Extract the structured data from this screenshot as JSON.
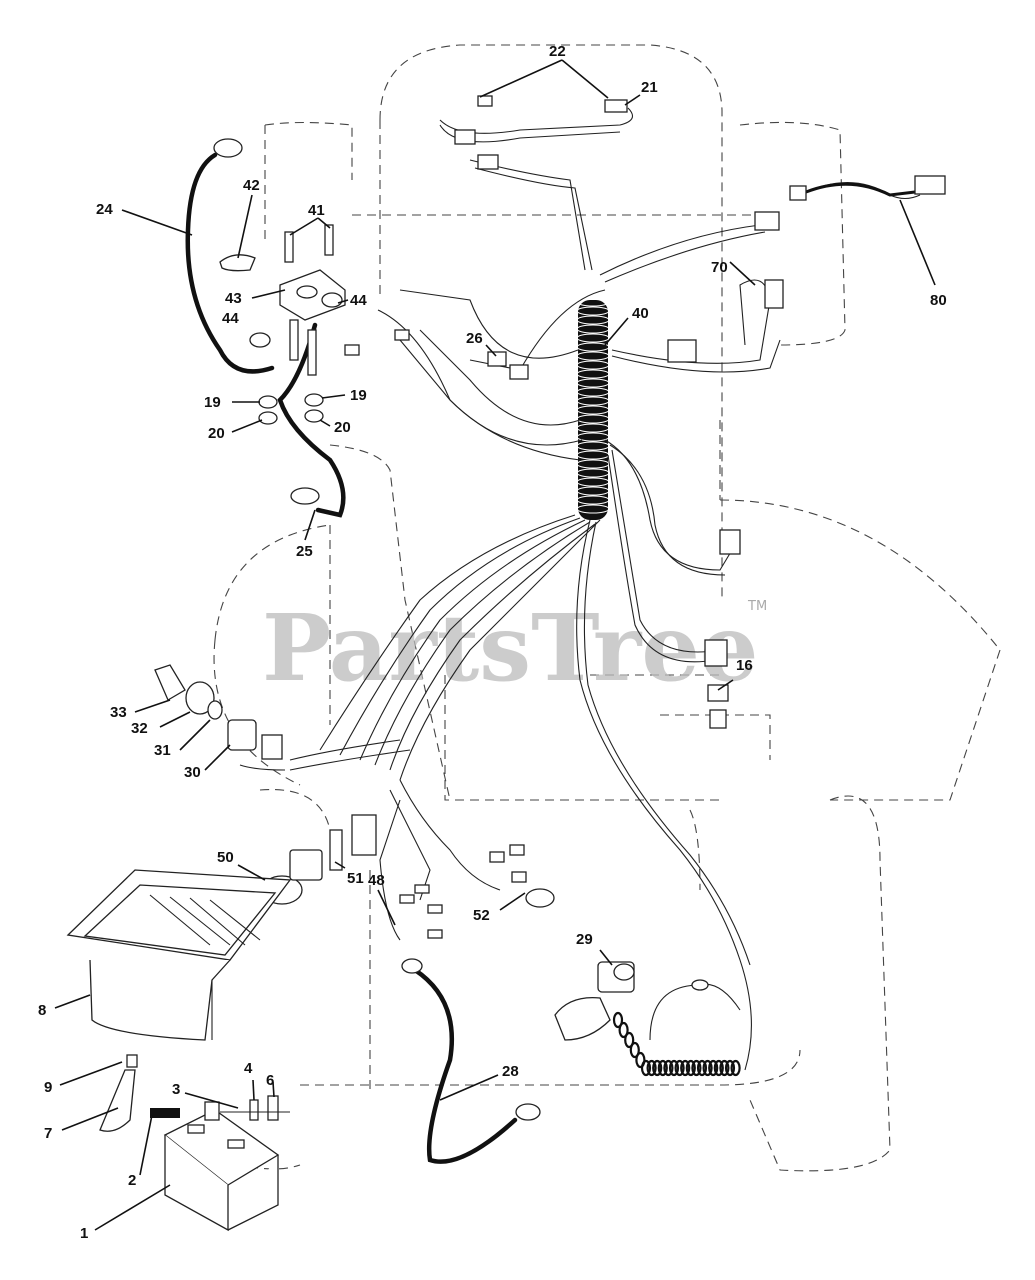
{
  "watermark": {
    "text": "PartsTree",
    "trademark": "TM"
  },
  "callouts": [
    {
      "num": "22"
    },
    {
      "num": "21"
    },
    {
      "num": "24"
    },
    {
      "num": "42"
    },
    {
      "num": "41"
    },
    {
      "num": "43"
    },
    {
      "num": "44"
    },
    {
      "num": "44"
    },
    {
      "num": "40"
    },
    {
      "num": "26"
    },
    {
      "num": "70"
    },
    {
      "num": "80"
    },
    {
      "num": "19"
    },
    {
      "num": "19"
    },
    {
      "num": "20"
    },
    {
      "num": "20"
    },
    {
      "num": "25"
    },
    {
      "num": "16"
    },
    {
      "num": "33"
    },
    {
      "num": "32"
    },
    {
      "num": "31"
    },
    {
      "num": "30"
    },
    {
      "num": "50"
    },
    {
      "num": "51"
    },
    {
      "num": "48"
    },
    {
      "num": "52"
    },
    {
      "num": "29"
    },
    {
      "num": "8"
    },
    {
      "num": "9"
    },
    {
      "num": "7"
    },
    {
      "num": "3"
    },
    {
      "num": "4"
    },
    {
      "num": "6"
    },
    {
      "num": "2"
    },
    {
      "num": "28"
    },
    {
      "num": "1"
    }
  ]
}
